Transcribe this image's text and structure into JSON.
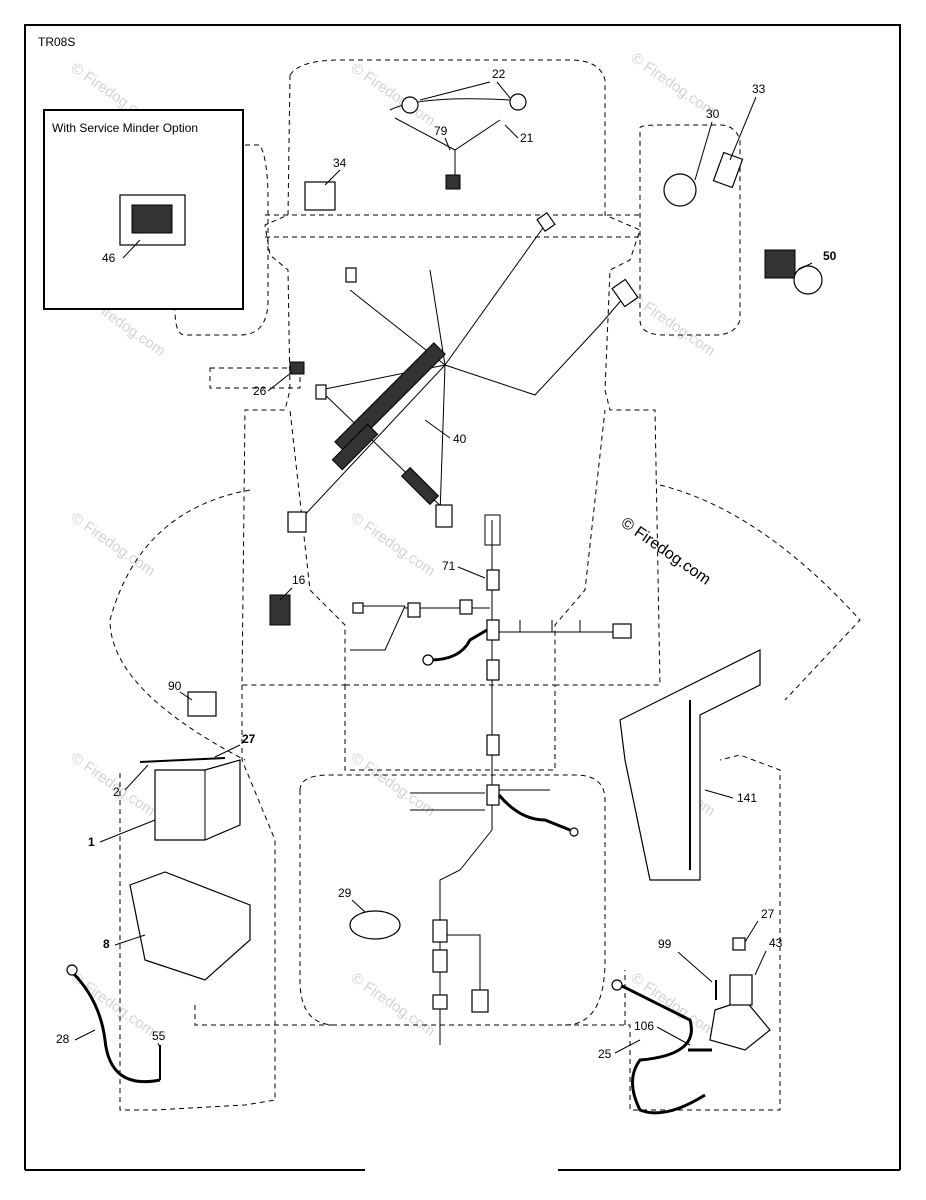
{
  "diagram_code": "TR08S",
  "inset_title": "With Service Minder Option",
  "watermark": "© Firedog.com",
  "callouts": {
    "c1": "1",
    "c2": "2",
    "c8": "8",
    "c16": "16",
    "c21": "21",
    "c22": "22",
    "c25": "25",
    "c26": "26",
    "c27a": "27",
    "c27b": "27",
    "c28": "28",
    "c29": "29",
    "c30": "30",
    "c33": "33",
    "c34": "34",
    "c40": "40",
    "c43": "43",
    "c46": "46",
    "c50": "50",
    "c55": "55",
    "c71": "71",
    "c79": "79",
    "c90": "90",
    "c99": "99",
    "c106": "106",
    "c141": "141"
  }
}
